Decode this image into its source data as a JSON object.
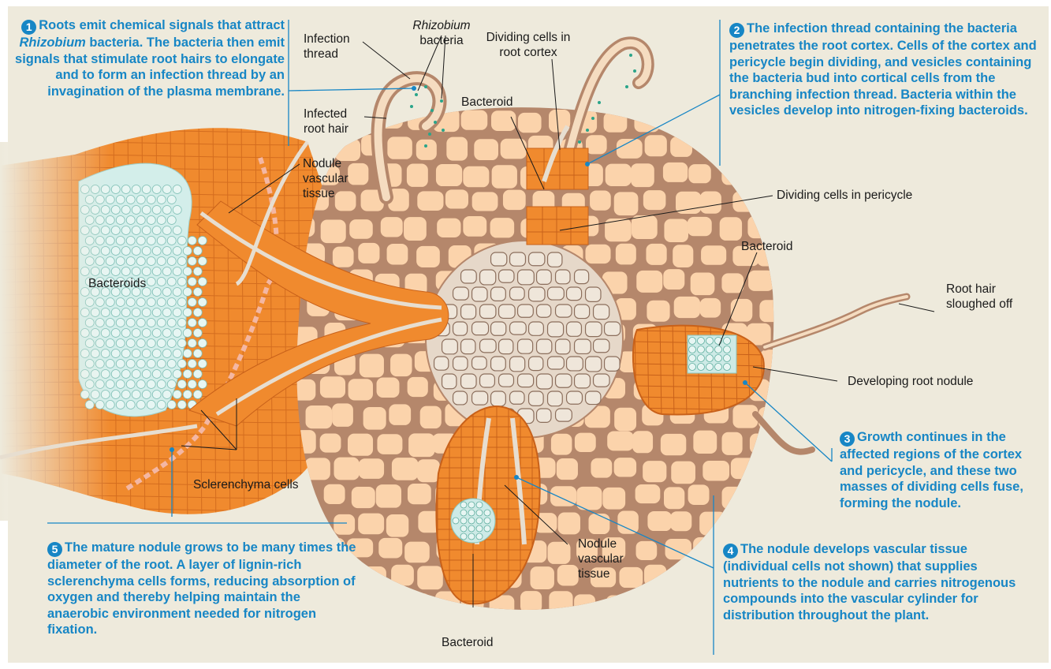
{
  "steps": {
    "s1": {
      "num": "1",
      "text_a": "Roots emit chemical signals that attract ",
      "text_italic": "Rhizobium",
      "text_b": " bacteria. The bacteria then emit signals that stimulate root hairs to elongate and to form an infection thread by an invagination of the plasma membrane."
    },
    "s2": {
      "num": "2",
      "text": "The infection thread containing the bacteria penetrates the root cortex. Cells of the cortex and pericycle begin dividing, and vesicles containing the bacteria bud into cortical cells from the branching infection thread. Bacteria within the vesicles develop into nitrogen-fixing bacteroids."
    },
    "s3": {
      "num": "3",
      "text": "Growth continues in the affected regions of the cortex and pericycle, and these two masses of dividing cells fuse, forming the nodule."
    },
    "s4": {
      "num": "4",
      "text": "The nodule develops vascular tissue (individual cells not shown) that supplies nutrients to the nodule and carries nitrogenous compounds into the vascular cylinder for distribution throughout the plant."
    },
    "s5": {
      "num": "5",
      "text": "The mature nodule grows to be many times the diameter of the root. A layer of lignin-rich sclerenchyma cells forms, reducing absorption of oxygen and thereby helping maintain the anaerobic environment needed for nitrogen fixation."
    }
  },
  "labels": {
    "infection_thread": "Infection thread",
    "rhizobium_italic": "Rhizobium",
    "rhizobium_bacteria": "bacteria",
    "infected_root_hair": "Infected root hair",
    "dividing_cortex": "Dividing cells in root cortex",
    "bacteroid_top": "Bacteroid",
    "nodule_vascular_top": "Nodule vascular tissue",
    "dividing_pericycle": "Dividing cells in pericycle",
    "bacteroid_right": "Bacteroid",
    "root_hair_sloughed": "Root hair sloughed off",
    "developing_nodule": "Developing root nodule",
    "bacteroids_left": "Bacteroids",
    "sclerenchyma": "Sclerenchyma cells",
    "nodule_vascular_bottom": "Nodule vascular tissue",
    "bacteroid_bottom": "Bacteroid"
  },
  "colors": {
    "accent": "#1786c5",
    "background": "#eeeadc",
    "cortex_cell": "#fbd3ab",
    "cell_wall": "#b5876b",
    "dividing_cells": "#f28a2e",
    "bacteroid": "#cdeae6"
  }
}
